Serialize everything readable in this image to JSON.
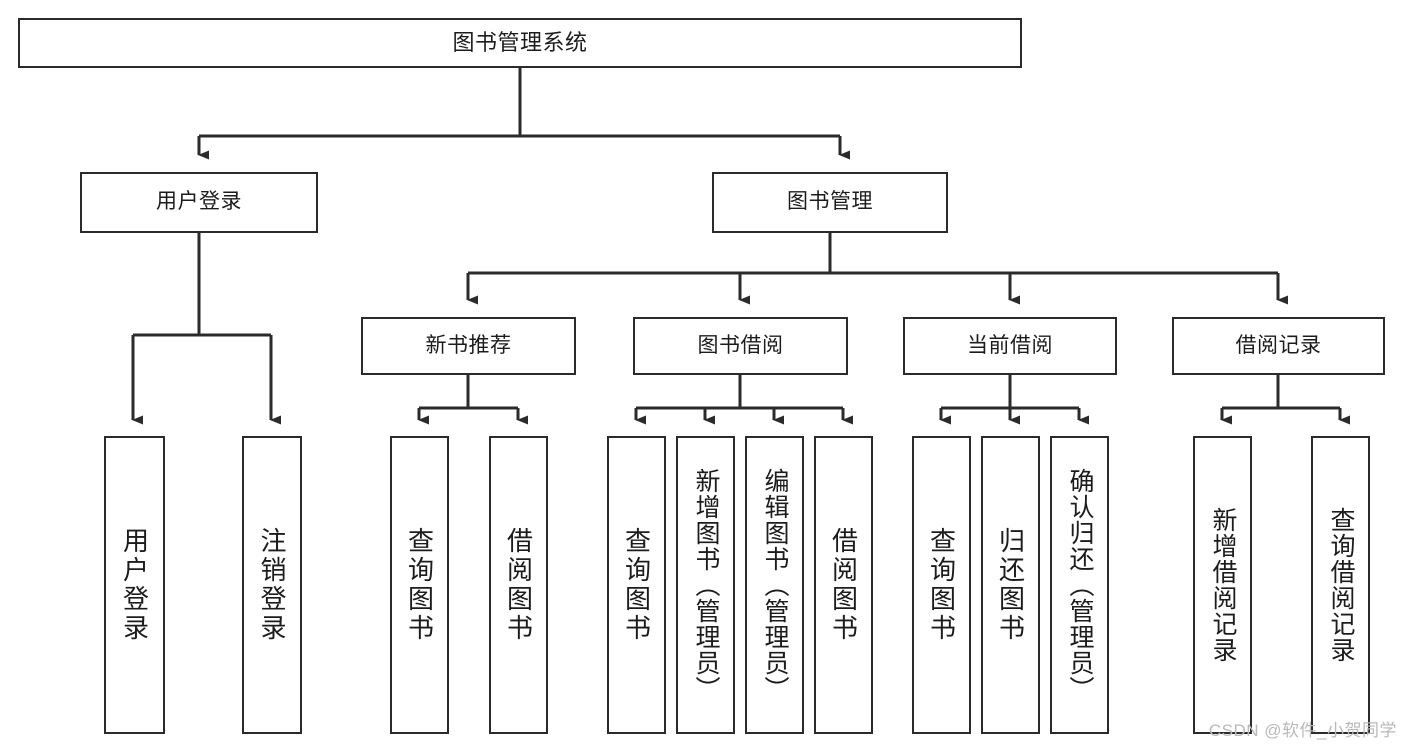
{
  "diagram": {
    "title": "图书管理系统",
    "type": "tree",
    "watermark": "CSDN @软件_小贺同学",
    "colors": {
      "stroke": "#2b2b2b",
      "fill": "#ffffff",
      "text": "#1c1c1c",
      "watermark": "#b9b9b9"
    },
    "levels": {
      "root": {
        "label": "图书管理系统"
      },
      "level1": [
        {
          "label": "用户登录"
        },
        {
          "label": "图书管理"
        }
      ],
      "level2": [
        {
          "label": "新书推荐"
        },
        {
          "label": "图书借阅"
        },
        {
          "label": "当前借阅"
        },
        {
          "label": "借阅记录"
        }
      ],
      "leaves": [
        {
          "label": "用户登录",
          "parent": "用户登录"
        },
        {
          "label": "注销登录",
          "parent": "用户登录"
        },
        {
          "label": "查询图书",
          "parent": "新书推荐"
        },
        {
          "label": "借阅图书",
          "parent": "新书推荐"
        },
        {
          "label": "查询图书",
          "parent": "图书借阅"
        },
        {
          "label": "新增图书（管理员）",
          "parent": "图书借阅"
        },
        {
          "label": "编辑图书（管理员）",
          "parent": "图书借阅"
        },
        {
          "label": "借阅图书",
          "parent": "图书借阅"
        },
        {
          "label": "查询图书",
          "parent": "当前借阅"
        },
        {
          "label": "归还图书",
          "parent": "当前借阅"
        },
        {
          "label": "确认归还（管理员）",
          "parent": "当前借阅"
        },
        {
          "label": "新增借阅记录",
          "parent": "借阅记录"
        },
        {
          "label": "查询借阅记录",
          "parent": "借阅记录"
        }
      ]
    }
  }
}
